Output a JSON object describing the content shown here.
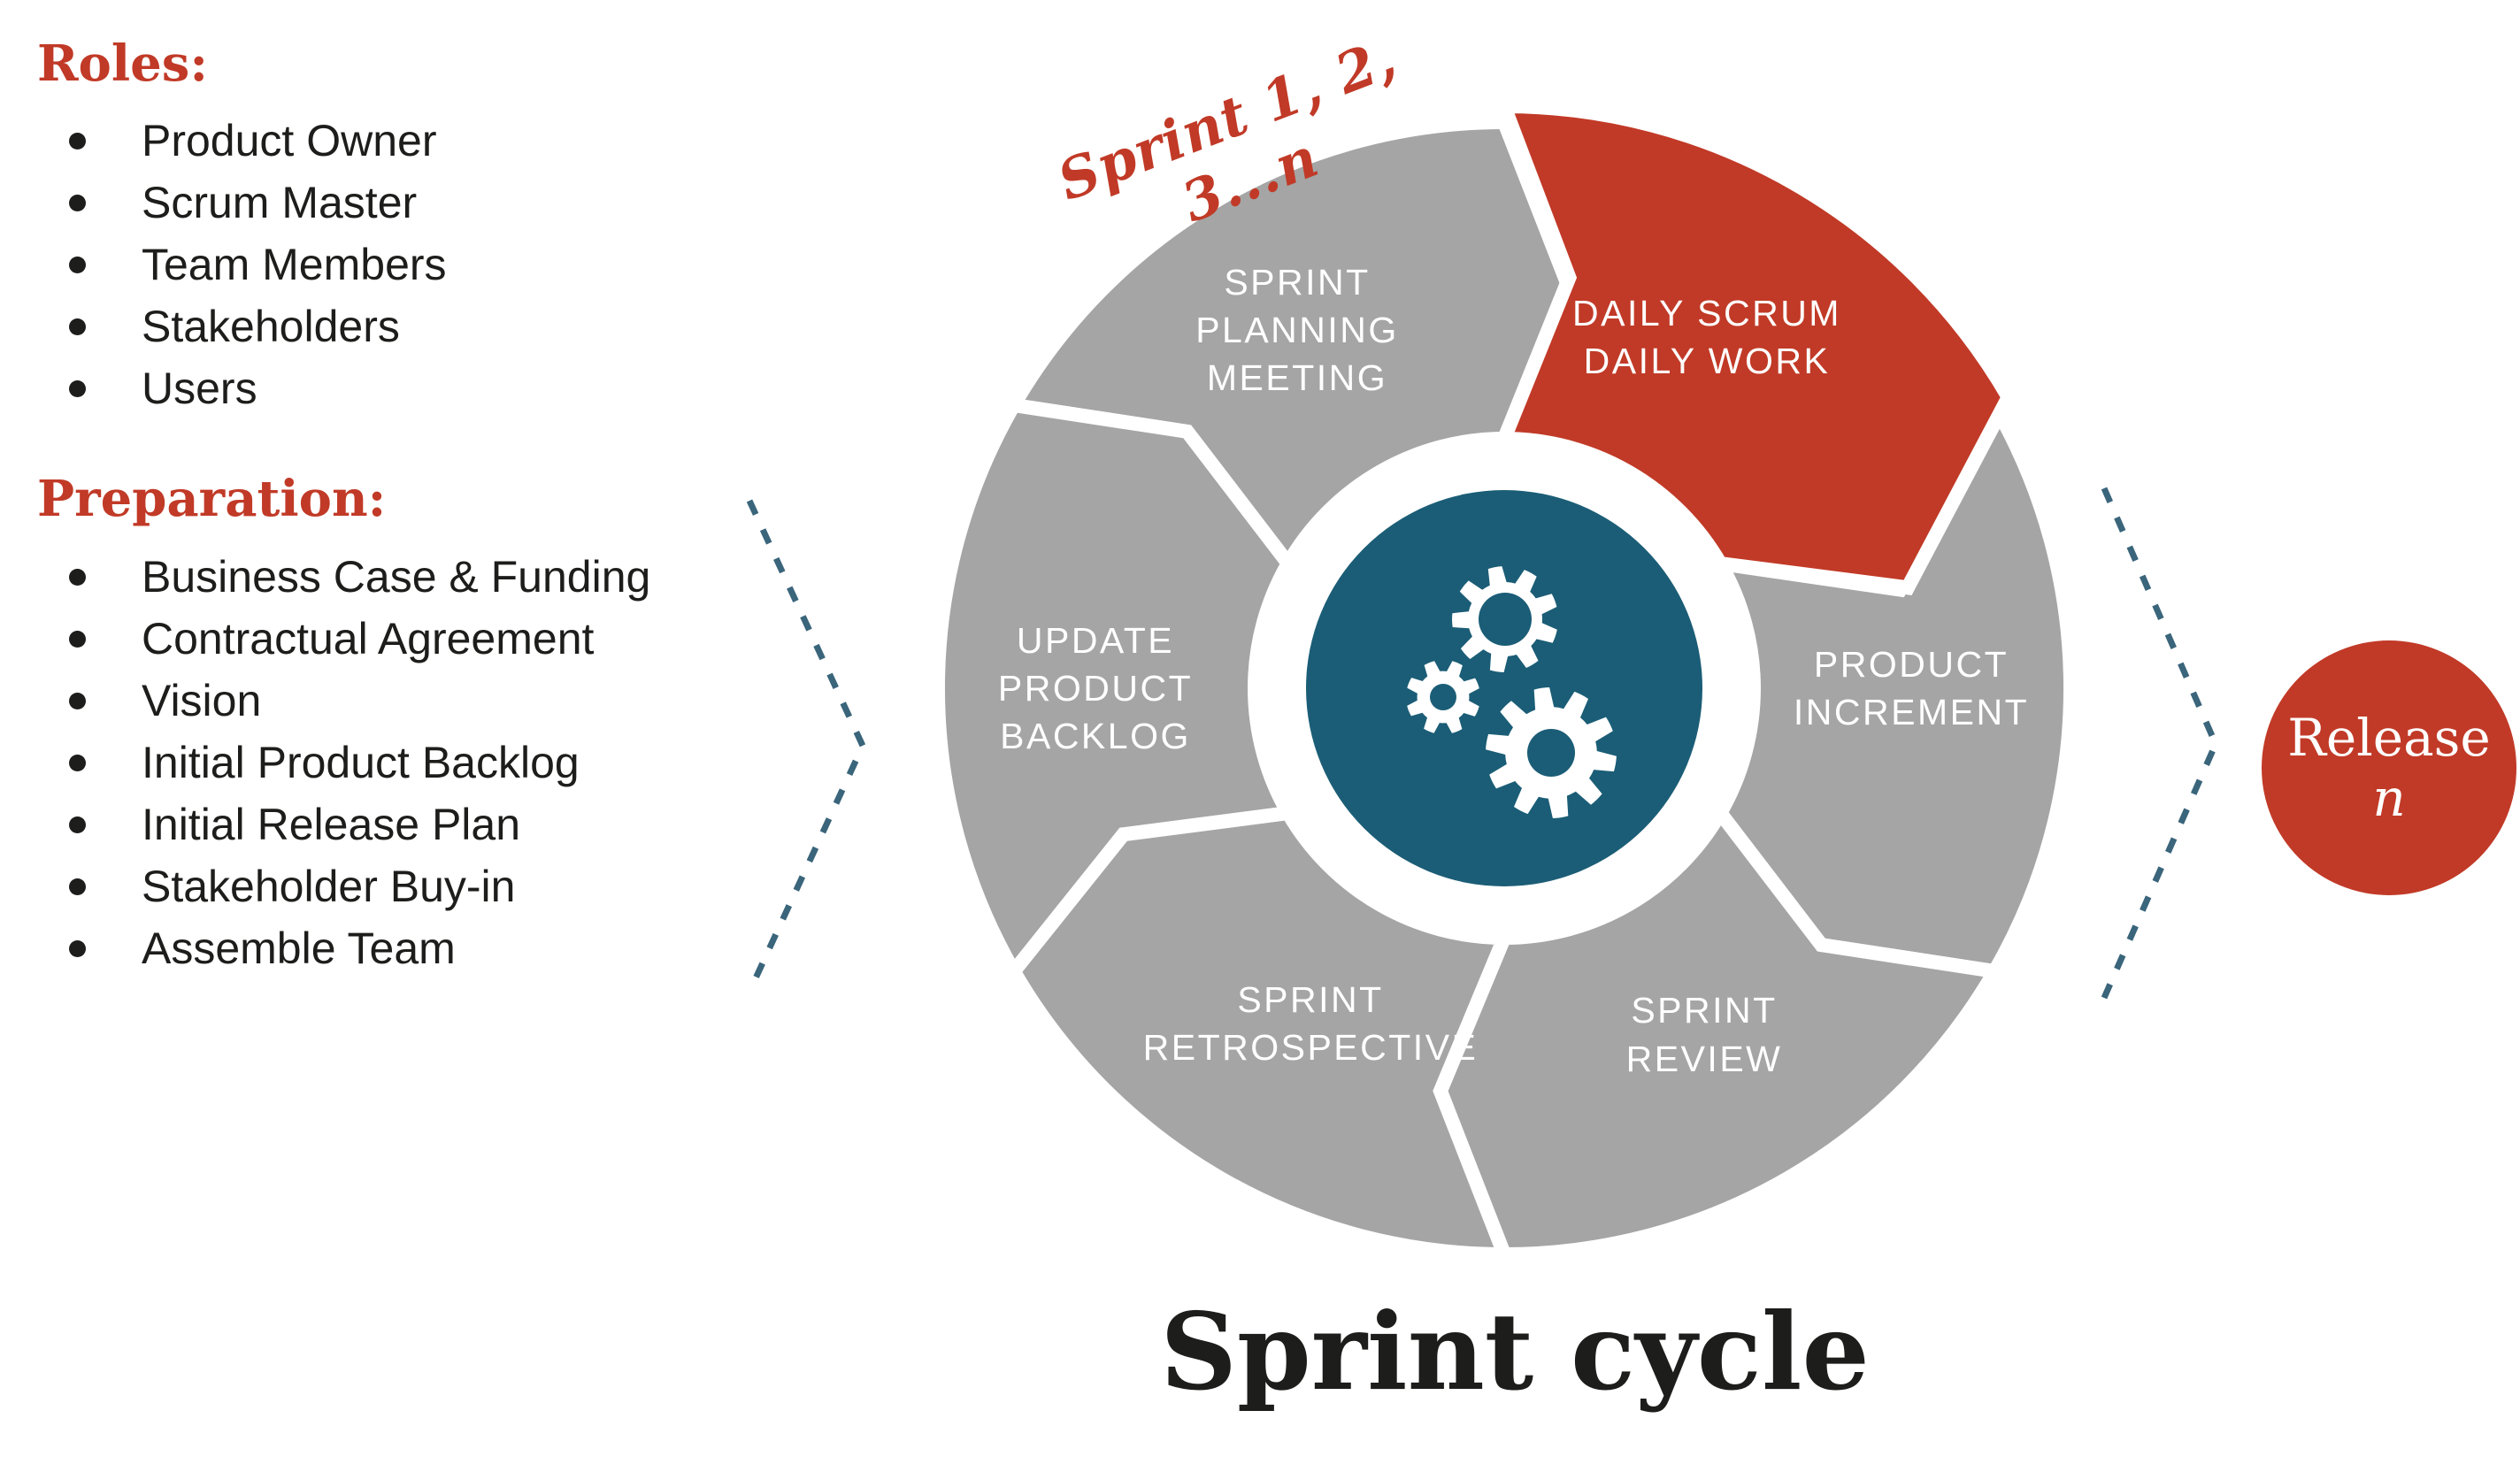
{
  "colors": {
    "accent_red": "#c13a27",
    "segment_gray": "#a5a5a5",
    "hub_teal": "#1b5d76",
    "ink": "#1d1d1b",
    "dashed_steel": "#3a657b"
  },
  "roles": {
    "heading": "Roles:",
    "items": [
      "Product Owner",
      "Scrum Master",
      "Team Members",
      "Stakeholders",
      "Users"
    ]
  },
  "preparation": {
    "heading": "Preparation:",
    "items": [
      "Business Case & Funding",
      "Contractual Agreement",
      "Vision",
      "Initial Product Backlog",
      "Initial Release Plan",
      "Stakeholder Buy-in",
      "Assemble Team"
    ]
  },
  "cycle": {
    "caption": "Sprint 1, 2, 3...n",
    "title": "Sprint cycle",
    "segments": [
      {
        "label": "SPRINT\nPLANNING\nMEETING",
        "emphasis": false
      },
      {
        "label": "DAILY SCRUM\nDAILY WORK",
        "emphasis": true
      },
      {
        "label": "PRODUCT\nINCREMENT",
        "emphasis": false
      },
      {
        "label": "SPRINT\nREVIEW",
        "emphasis": false
      },
      {
        "label": "SPRINT\nRETROSPECTIVE",
        "emphasis": false
      },
      {
        "label": "UPDATE\nPRODUCT\nBACKLOG",
        "emphasis": false
      }
    ]
  },
  "release": {
    "line1": "Release",
    "line2": "n"
  }
}
